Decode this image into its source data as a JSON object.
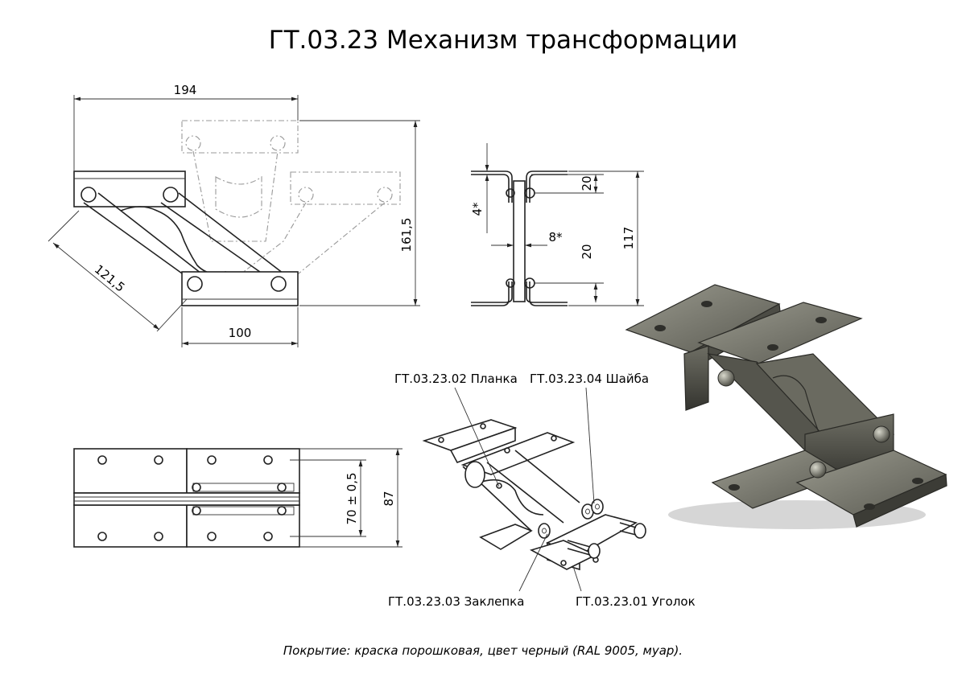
{
  "title": "ГТ.03.23 Механизм трансформации",
  "dimensions": {
    "width_top": "194",
    "height_right": "161,5",
    "diagonal": "121,5",
    "width_bottom": "100",
    "thickness": "4*",
    "gap": "8*",
    "hole_upper": "20",
    "hole_lower": "20",
    "side_height": "117",
    "plan_inner": "70 ± 0,5",
    "plan_outer": "87"
  },
  "parts": {
    "p02": "ГТ.03.23.02 Планка",
    "p04": "ГТ.03.23.04 Шайба",
    "p03": "ГТ.03.23.03 Заклепка",
    "p01": "ГТ.03.23.01 Уголок"
  },
  "note": "Покрытие: краска порошковая, цвет черный (RAL 9005, муар).",
  "colors": {
    "line": "#222222",
    "metal_light": "#8c8c80",
    "metal_dark": "#3f3f39",
    "ghost": "#999999"
  }
}
